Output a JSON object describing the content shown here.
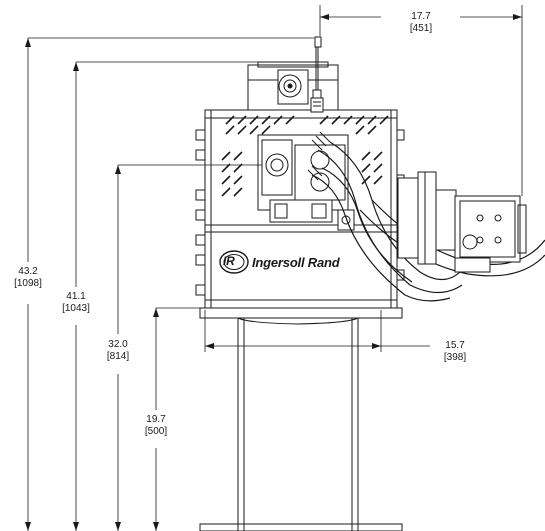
{
  "dimensions": {
    "overall_height": {
      "value": "43.2",
      "metric": "[1098]"
    },
    "top_height": {
      "value": "41.1",
      "metric": "[1043]"
    },
    "mid_height": {
      "value": "32.0",
      "metric": "[814]"
    },
    "base_height": {
      "value": "19.7",
      "metric": "[500]"
    },
    "side_width": {
      "value": "17.7",
      "metric": "[451]"
    },
    "body_width": {
      "value": "15.7",
      "metric": "[398]"
    }
  },
  "brand": {
    "logo_mark": "IR",
    "name": "Ingersoll Rand"
  },
  "colors": {
    "line": "#1a1a1a",
    "fill": "#ffffff"
  }
}
